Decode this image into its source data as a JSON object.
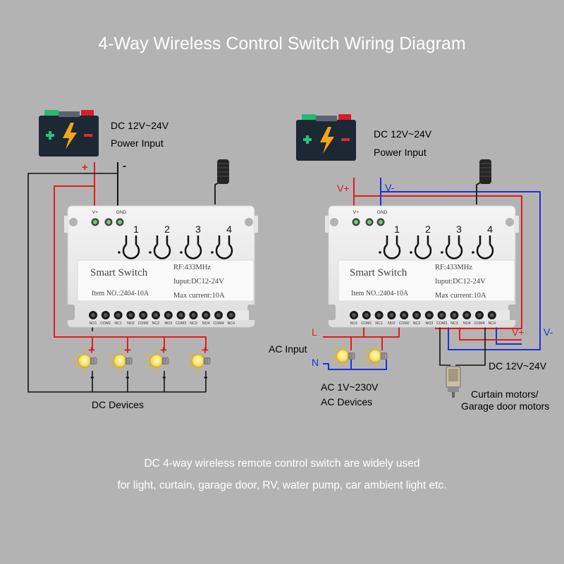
{
  "title": "4-Way Wireless Control Switch Wiring Diagram",
  "colors": {
    "background": "#b3b3b3",
    "wire_red": "#e41b1b",
    "wire_blue": "#1f2fd6",
    "wire_black": "#111111",
    "battery_body": "#1c2833",
    "bolt": "#f2a51a",
    "plus": "#27c47b"
  },
  "left": {
    "power_line1": "DC 12V~24V",
    "power_line2": "Power Input",
    "plus_sign": "+",
    "minus_sign": "-",
    "devices_label": "DC Devices"
  },
  "right": {
    "power_line1": "DC 12V~24V",
    "power_line2": "Power Input",
    "v_plus": "V+",
    "v_minus": "V-",
    "l_label": "L",
    "n_label": "N",
    "ac_input": "AC Input",
    "ac_line1": "AC 1V~230V",
    "ac_line2": "AC Devices",
    "dc_supply": "DC 12V~24V",
    "v_plus_out": "V+",
    "v_minus_out": "V-",
    "motors_line1": "Curtain motors/",
    "motors_line2": "Garage door motors"
  },
  "module": {
    "brand": "Smart Switch",
    "rf": "RF:433MHz",
    "input": "Iuput:DC12-24V",
    "item": "Item NO.:2404-10A",
    "current": "Max current:10A",
    "pins_top": [
      "V+",
      "",
      "GND"
    ],
    "buttons": [
      "1",
      "2",
      "3",
      "4"
    ],
    "terminals": [
      "NO1",
      "COM1",
      "NC1",
      "NO2",
      "COM2",
      "NC2",
      "NO3",
      "COM3",
      "NC3",
      "NO4",
      "COM4",
      "NC4"
    ]
  },
  "footer": {
    "line1": "DC 4-way wireless remote control switch are widely used",
    "line2": "for light, curtain, garage door, RV, water pump, car ambient light etc."
  }
}
